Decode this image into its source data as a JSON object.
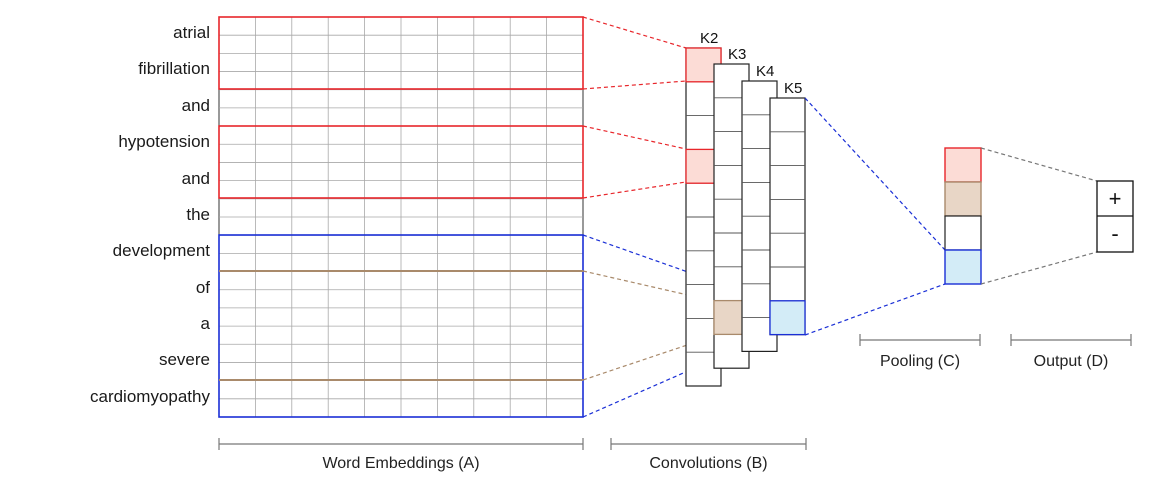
{
  "words": [
    "atrial",
    "fibrillation",
    "and",
    "hypotension",
    "and",
    "the",
    "development",
    "of",
    "a",
    "severe",
    "cardiomyopathy"
  ],
  "kernels": [
    "K2",
    "K3",
    "K4",
    "K5"
  ],
  "sections": {
    "word_embeddings": "Word Embeddings (A)",
    "convolutions": "Convolutions (B)",
    "pooling": "Pooling (C)",
    "output": "Output (D)"
  },
  "output": {
    "plus": "+",
    "minus": "-"
  },
  "colors": {
    "red": "#e8262b",
    "red_fill": "#fcdcd6",
    "blue": "#1a2fd6",
    "blue_fill": "#d3ecf7",
    "brown": "#a98a6b",
    "brown_fill": "#e8d6c6",
    "grid": "#a8a8a8"
  }
}
